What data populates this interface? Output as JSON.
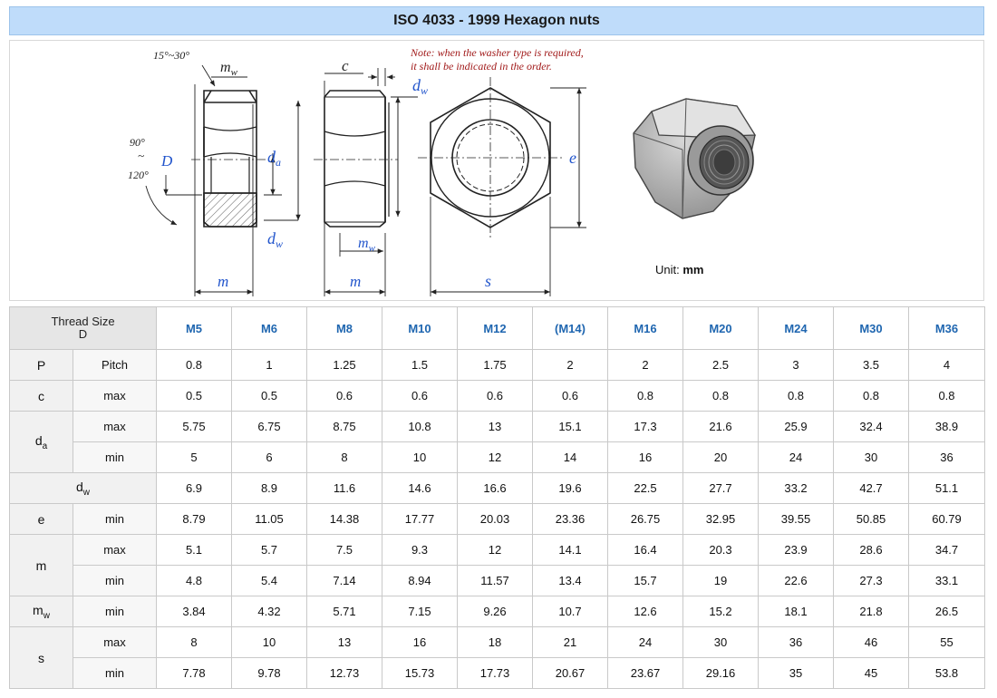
{
  "title": "ISO 4033 - 1999 Hexagon nuts",
  "note": {
    "line1": "Note: when the washer type is required,",
    "line2": "it shall be indicated in the order."
  },
  "unit": {
    "label": "Unit:",
    "value": "mm"
  },
  "drawing_labels": {
    "chamfer_angle": "15°~30°",
    "seat_angle_top": "90°",
    "seat_angle_mid": "~",
    "seat_angle_bot": "120°",
    "D": "D",
    "m": "m",
    "m_w_main": "m",
    "m_w_sub": "w",
    "d_a_main": "d",
    "d_a_sub": "a",
    "d_w_main": "d",
    "d_w_sub": "w",
    "c": "c",
    "e": "e",
    "s": "s"
  },
  "table": {
    "corner_line1": "Thread Size",
    "corner_line2": "D",
    "sizes": [
      "M5",
      "M6",
      "M8",
      "M10",
      "M12",
      "(M14)",
      "M16",
      "M20",
      "M24",
      "M30",
      "M36"
    ],
    "rows": [
      {
        "sym": "P",
        "sub": "",
        "qual": "Pitch",
        "values": [
          "0.8",
          "1",
          "1.25",
          "1.5",
          "1.75",
          "2",
          "2",
          "2.5",
          "3",
          "3.5",
          "4"
        ]
      },
      {
        "sym": "c",
        "sub": "",
        "qual": "max",
        "values": [
          "0.5",
          "0.5",
          "0.6",
          "0.6",
          "0.6",
          "0.6",
          "0.8",
          "0.8",
          "0.8",
          "0.8",
          "0.8"
        ]
      },
      {
        "sym": "d",
        "sub": "a",
        "qual": "max",
        "values": [
          "5.75",
          "6.75",
          "8.75",
          "10.8",
          "13",
          "15.1",
          "17.3",
          "21.6",
          "25.9",
          "32.4",
          "38.9"
        ]
      },
      {
        "sym": "",
        "sub": "",
        "qual": "min",
        "values": [
          "5",
          "6",
          "8",
          "10",
          "12",
          "14",
          "16",
          "20",
          "24",
          "30",
          "36"
        ]
      },
      {
        "sym": "d",
        "sub": "w",
        "qual": "",
        "values": [
          "6.9",
          "8.9",
          "11.6",
          "14.6",
          "16.6",
          "19.6",
          "22.5",
          "27.7",
          "33.2",
          "42.7",
          "51.1"
        ]
      },
      {
        "sym": "e",
        "sub": "",
        "qual": "min",
        "values": [
          "8.79",
          "11.05",
          "14.38",
          "17.77",
          "20.03",
          "23.36",
          "26.75",
          "32.95",
          "39.55",
          "50.85",
          "60.79"
        ]
      },
      {
        "sym": "m",
        "sub": "",
        "qual": "max",
        "values": [
          "5.1",
          "5.7",
          "7.5",
          "9.3",
          "12",
          "14.1",
          "16.4",
          "20.3",
          "23.9",
          "28.6",
          "34.7"
        ]
      },
      {
        "sym": "",
        "sub": "",
        "qual": "min",
        "values": [
          "4.8",
          "5.4",
          "7.14",
          "8.94",
          "11.57",
          "13.4",
          "15.7",
          "19",
          "22.6",
          "27.3",
          "33.1"
        ]
      },
      {
        "sym": "m",
        "sub": "w",
        "qual": "min",
        "values": [
          "3.84",
          "4.32",
          "5.71",
          "7.15",
          "9.26",
          "10.7",
          "12.6",
          "15.2",
          "18.1",
          "21.8",
          "26.5"
        ]
      },
      {
        "sym": "s",
        "sub": "",
        "qual": "max",
        "values": [
          "8",
          "10",
          "13",
          "16",
          "18",
          "21",
          "24",
          "30",
          "36",
          "46",
          "55"
        ]
      },
      {
        "sym": "",
        "sub": "",
        "qual": "min",
        "values": [
          "7.78",
          "9.78",
          "12.73",
          "15.73",
          "17.73",
          "20.67",
          "23.67",
          "29.16",
          "35",
          "45",
          "53.8"
        ]
      }
    ]
  }
}
